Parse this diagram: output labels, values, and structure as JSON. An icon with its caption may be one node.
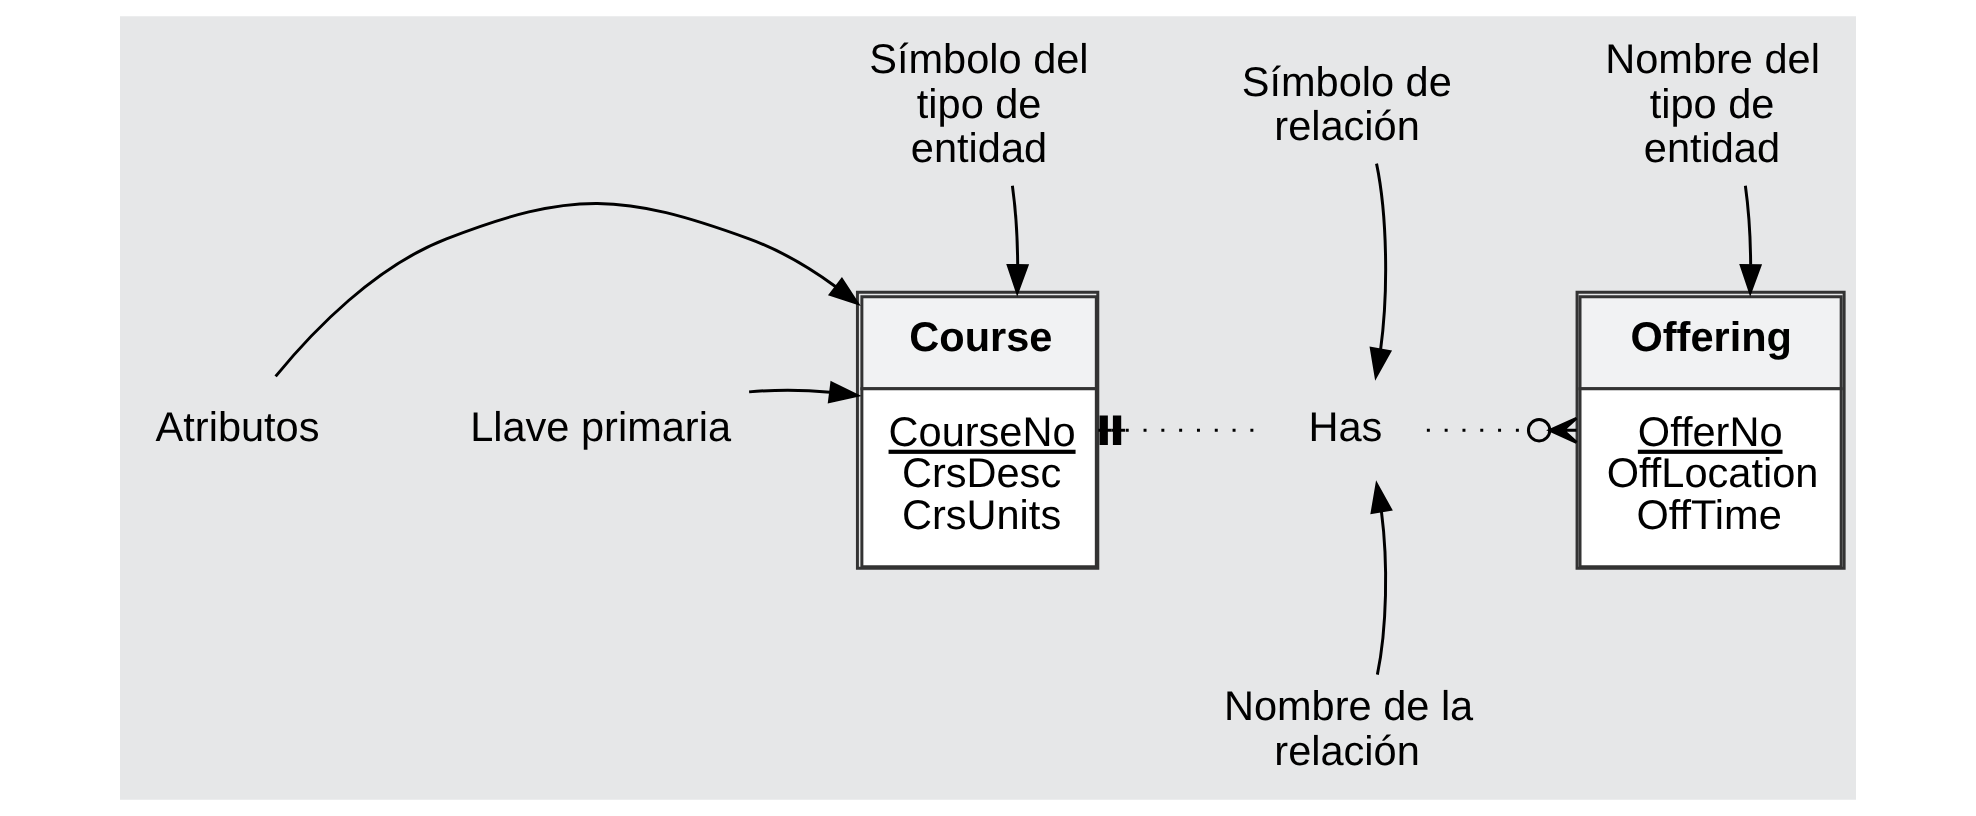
{
  "diagram": {
    "nodes": [
      {
        "text": [
          "Símbolo del tipo de entidad"
        ]
      },
      {
        "text": [
          "Nombre del tipo de entidad"
        ]
      },
      {
        "text": [
          "Símbolo de relación"
        ]
      },
      {
        "text": [
          "Course",
          "CourseNo",
          "CrsDesc",
          "CrsUnits"
        ]
      },
      {
        "text": [
          "Has"
        ]
      },
      {
        "text": [
          "Offering",
          "OfferNo",
          "OffLocation",
          "OffTime"
        ]
      },
      {
        "text": [
          "Llave primaria"
        ]
      },
      {
        "text": [
          "Atributos"
        ]
      },
      {
        "text": [
          "Nombre de la relación"
        ]
      }
    ],
    "edges": [
      {
        "from": 0,
        "to": 3,
        "arrow": "to"
      },
      {
        "from": 1,
        "to": 5,
        "arrow": "to"
      },
      {
        "from": 2,
        "to": 4,
        "arrow": "to"
      },
      {
        "from": 3,
        "to": 4,
        "arrow": "other",
        "style": "dashed"
      },
      {
        "from": 4,
        "to": 5,
        "arrow": "other",
        "style": "dashed"
      },
      {
        "from": 6,
        "to": 3,
        "arrow": "to"
      },
      {
        "from": 7,
        "to": 3,
        "arrow": "to"
      },
      {
        "from": 8,
        "to": 4,
        "arrow": "to"
      }
    ]
  }
}
